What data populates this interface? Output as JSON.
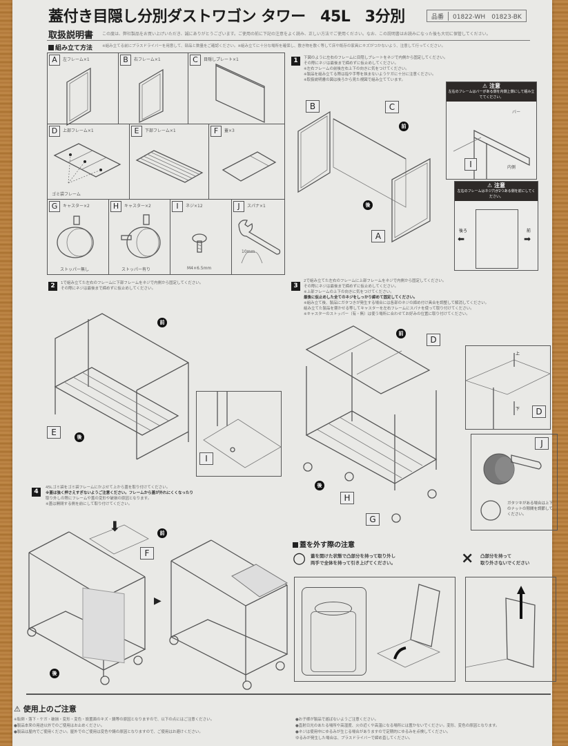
{
  "document": {
    "title": "蓋付き目隠し分別ダストワゴン タワー　45L　3分別",
    "part_number_label": "品番",
    "part_numbers": "01822-WH　01823-BK",
    "subtitle": "取扱説明書",
    "intro_note": "この度は、弊社製品をお買い上げいただき、誠にありがとうございます。ご使用の前に下記の注意をよく読み、正しい方法でご使用ください。なお、この説明書はお読みになった後も大切に保管してください。"
  },
  "assembly": {
    "heading": "組み立て方法",
    "heading_note": "※組み立てる前にプラスドライバーを用意して、部品と数量をご確認ください。※組み立てに十分な場所を確保し、敷き物を敷く等して床や既存の家具にキズがつかないよう、注意して行ってください。",
    "parts": [
      {
        "letter": "A",
        "label": "左フレーム×1"
      },
      {
        "letter": "B",
        "label": "右フレーム×1"
      },
      {
        "letter": "C",
        "label": "目隠しプレート×1"
      },
      {
        "letter": "D",
        "label": "上部フレーム×1",
        "sub": "ゴミ袋フレーム"
      },
      {
        "letter": "E",
        "label": "下部フレーム×1"
      },
      {
        "letter": "F",
        "label": "蓋×3"
      },
      {
        "letter": "G",
        "label": "キャスター×2",
        "sub": "ストッパー無し"
      },
      {
        "letter": "H",
        "label": "キャスター×2",
        "sub": "ストッパー有り"
      },
      {
        "letter": "I",
        "label": "ネジ×12",
        "sub": "M4×6.5mm"
      },
      {
        "letter": "J",
        "label": "スパナ×1",
        "sub": "10mm"
      }
    ]
  },
  "steps": [
    {
      "num": "1",
      "lines": [
        "下図のように左右のフレームに目隠しプレートをネジで内側から固定してください。",
        "その際にネジは最後まで締めずに仮止めしてください。",
        "※左右フレームの前後左右上下の向きに気をつけてください。",
        "※製品を組み立てる際は指や手等を挟まないようケガに十分に注意ください。",
        "※取扱説明書の図は後ろから見た視図で組み立てています。"
      ]
    },
    {
      "num": "2",
      "lines": [
        "1で組み立てた左右のフレームに下部フレームをネジで内側から固定してください。",
        "その際にネジは最後まで締めずに仮止めしてください。"
      ]
    },
    {
      "num": "3",
      "lines": [
        "2で組み立てた左右のフレームに上部フレームをネジで内側から固定してください。",
        "その際にネジは最後まで締めずに仮止めしてください。",
        "※上部フレームの上下の向きに気をつけてください。",
        "最後に仮止めした全てのネジをしっかり締めて固定してください。",
        "※組み立て後、製品にガタつきが発生する場合には各部のネジの締め付け具合を調整して解消してください。",
        "組み立てた製品を寝かせる等してキャスターを左右フレームにスパナを使って取り付けてください。",
        "※キャスターのストッパー（有・無）は使う場所に合わせてお好みの位置に取り付けてください。"
      ]
    },
    {
      "num": "4",
      "lines": [
        "45Lゴミ袋をゴミ袋フレームにかぶせて上から蓋を取り付けてください。",
        "※蓋は強く押さえすぎないようご注意ください。フレームから蓋が外れにくくなったり",
        "取り外しの際にフレームや蓋の変形や破損の原因となります。",
        "※蓋は開閉する側を前にして取り付けてください。"
      ]
    }
  ],
  "warnings": [
    {
      "title": "注意",
      "text": "左右のフレームはバーがある側を内側上側にして組み立ててください。",
      "bar_label": "バー",
      "inner_label": "内側",
      "callout": "I"
    },
    {
      "title": "注意",
      "text": "左右のフレームはネジ穴が2つある側を前にしてください。",
      "back_label": "後ろ",
      "front_label": "前"
    }
  ],
  "diagram_labels": {
    "front": "前",
    "back": "後",
    "caster_note": "ガタツキがある場合は上下のナットの隙間を調節してください。",
    "up": "上",
    "down": "下"
  },
  "lid_removal": {
    "heading": "蓋を外す際の注意",
    "ok_symbol": "○",
    "ok_text": [
      "蓋を開けた状態で凸部分を持って取り外し",
      "両手で全体を持って引き上げてください。"
    ],
    "ng_symbol": "×",
    "ng_text": [
      "凸部分を持って",
      "取り外さないでください"
    ]
  },
  "usage_notes": {
    "heading": "使用上のご注意",
    "left": [
      "※転倒・落下・ケガ・破損・変形・変色・設置面のキズ・錆等の原因となりますので、以下の点にはご注意ください。",
      "●製品本来の用途以外でのご使用はお止めください。",
      "●製品は屋内でご使用ください。屋外でのご使用は変色や錆の原因となりますので、ご使用はお避けください。"
    ],
    "right": [
      "●お子様が製品で遊ばないようご注意ください。",
      "●直射日光のあたる場所や高湿度、火の近くや高温になる場所には置かないでください。変形、変色の原因となります。",
      "●ネジは使用中にゆるみが生じる場合がありますので定期的にゆるみを点検してください。",
      "ゆるみが発生した場合は、プラスドライバーで締め直してください。"
    ]
  },
  "colors": {
    "paper": "#e9e9e6",
    "ink": "#222222",
    "wood": "#b27a3c",
    "warning_header": "#2e2a28"
  }
}
